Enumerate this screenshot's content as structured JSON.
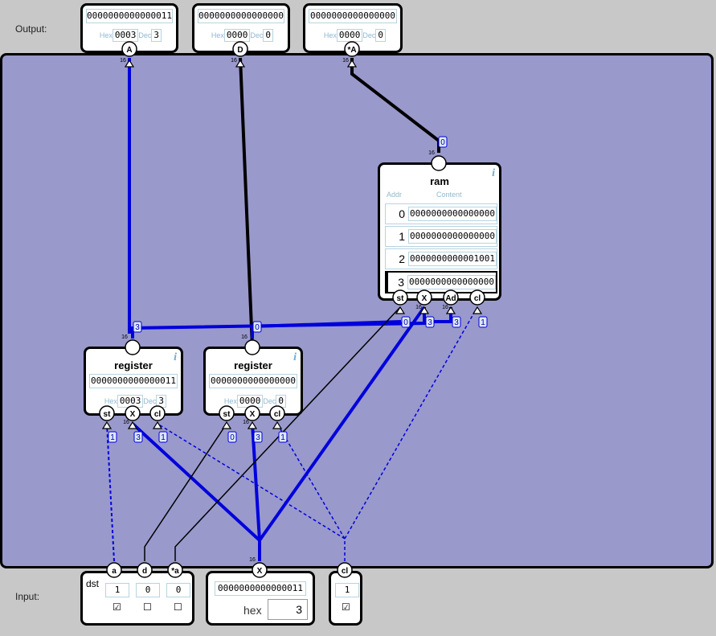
{
  "labels": {
    "output": "Output:",
    "input": "Input:"
  },
  "outputs": [
    {
      "pin": "A",
      "bits": "0000000000000011",
      "hex_label": "Hex",
      "hex": "0003",
      "dec_label": "Dec",
      "dec": "3"
    },
    {
      "pin": "D",
      "bits": "0000000000000000",
      "hex_label": "Hex",
      "hex": "0000",
      "dec_label": "Dec",
      "dec": "0"
    },
    {
      "pin": "*A",
      "bits": "0000000000000000",
      "hex_label": "Hex",
      "hex": "0000",
      "dec_label": "Dec",
      "dec": "0"
    }
  ],
  "registers": [
    {
      "title": "register",
      "bits": "0000000000000011",
      "hex_label": "Hex",
      "hex": "0003",
      "dec_label": "Dec",
      "dec": "3",
      "pins": [
        "st",
        "X",
        "cl"
      ],
      "pin_values": [
        "1",
        "3",
        "1"
      ],
      "out_value": "3",
      "width": "16"
    },
    {
      "title": "register",
      "bits": "0000000000000000",
      "hex_label": "Hex",
      "hex": "0000",
      "dec_label": "Dec",
      "dec": "0",
      "pins": [
        "st",
        "X",
        "cl"
      ],
      "pin_values": [
        "0",
        "3",
        "1"
      ],
      "out_value": "0",
      "width": "16"
    }
  ],
  "ram": {
    "title": "ram",
    "addr_header": "Addr",
    "content_header": "Content",
    "out_value": "0",
    "width": "16",
    "rows": [
      {
        "addr": "0",
        "content": "0000000000000000"
      },
      {
        "addr": "1",
        "content": "0000000000000000"
      },
      {
        "addr": "2",
        "content": "0000000000001001"
      },
      {
        "addr": "3",
        "content": "0000000000000000"
      }
    ],
    "active_row": 3,
    "pins": [
      "st",
      "X",
      "Ad",
      "cl"
    ],
    "pin_values": [
      "0",
      "3",
      "3",
      "1"
    ]
  },
  "inputs": {
    "dst": {
      "label": "dst",
      "pins": [
        "a",
        "d",
        "*a"
      ],
      "values": [
        "1",
        "0",
        "0"
      ],
      "checked": [
        true,
        false,
        false
      ]
    },
    "x": {
      "pin": "X",
      "bits": "0000000000000011",
      "hex_label": "hex",
      "hex_value": "3",
      "width": "16"
    },
    "cl": {
      "pin": "cl",
      "value": "1",
      "checked": true
    }
  },
  "width_label": "16",
  "colors": {
    "canvas": "#9999cc",
    "bus_active": "#0000dd",
    "wire": "#000000"
  }
}
